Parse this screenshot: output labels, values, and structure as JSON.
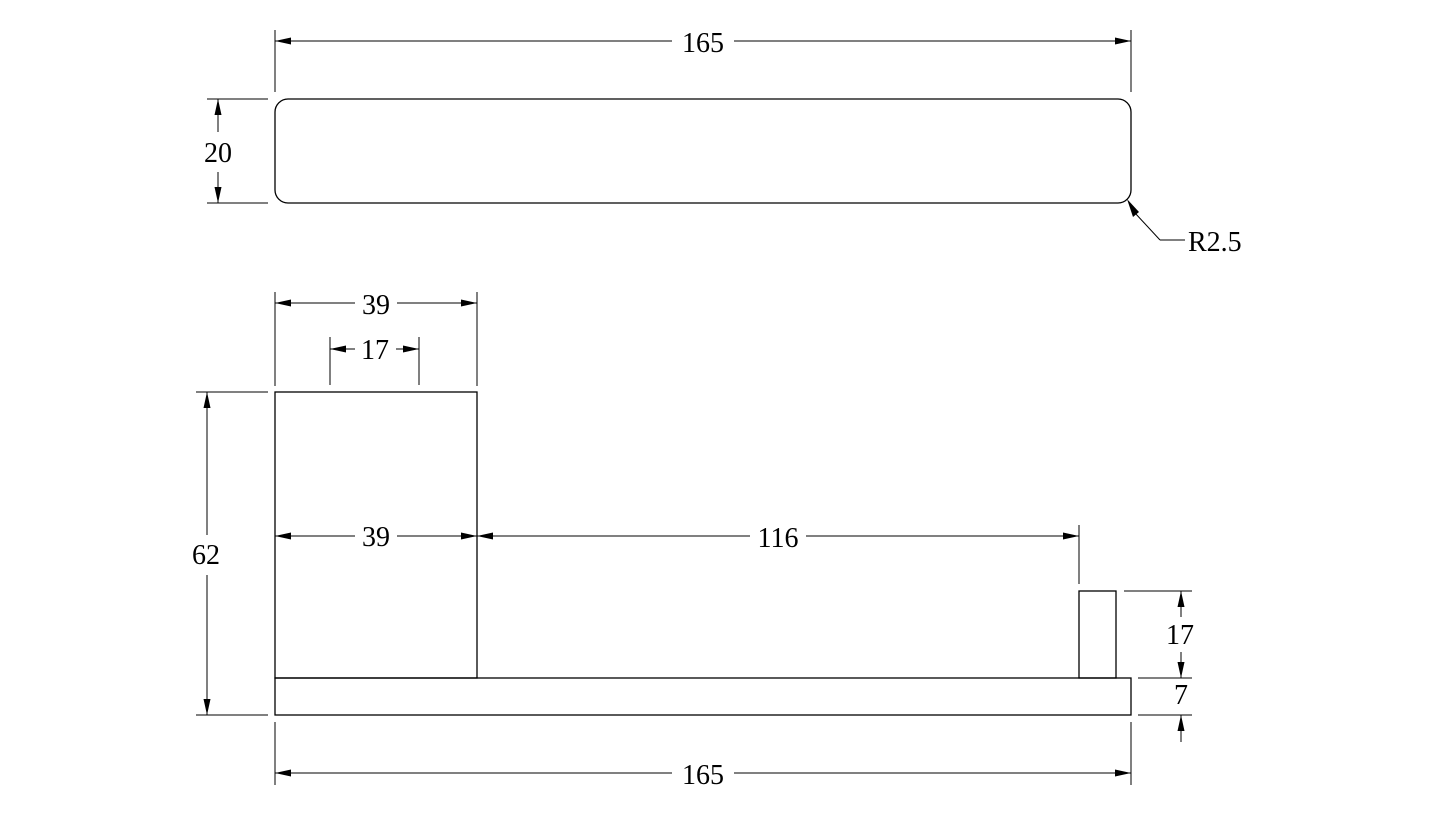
{
  "top_view": {
    "length_label": "165",
    "width_label": "20",
    "radius_label": "R2.5"
  },
  "front_view": {
    "block_width_top_label": "39",
    "slot_width_label": "17",
    "block_width_mid_label": "39",
    "span_label": "116",
    "total_height_label": "62",
    "tab_height_label": "17",
    "base_thickness_label": "7",
    "base_length_label": "165"
  },
  "colors": {
    "line": "#000000",
    "background": "#ffffff"
  }
}
